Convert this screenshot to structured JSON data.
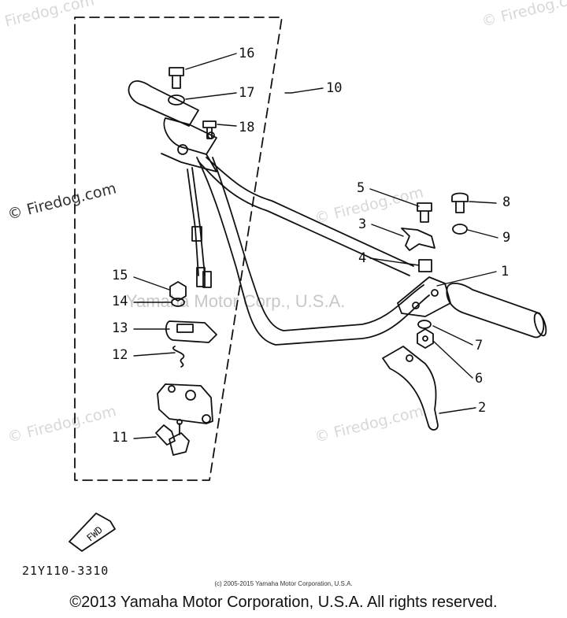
{
  "watermarks": {
    "left_dark": "© Firedog.com",
    "faint": "© Firedog.com",
    "center": "Yamaha Motor Corp., U.S.A."
  },
  "fwd_label": "FWD",
  "part_numbers": [
    "1",
    "2",
    "3",
    "4",
    "5",
    "6",
    "7",
    "8",
    "9",
    "10",
    "11",
    "12",
    "13",
    "14",
    "15",
    "16",
    "17",
    "18"
  ],
  "diagram_ref": "21Y110-3310",
  "fine_print": "(c) 2005-2015 Yamaha Motor Corporation, U.S.A.",
  "copyright": "©2013 Yamaha Motor Corporation, U.S.A. All rights reserved.",
  "colors": {
    "ink": "#111111",
    "watermark": "#d8d8d8"
  }
}
